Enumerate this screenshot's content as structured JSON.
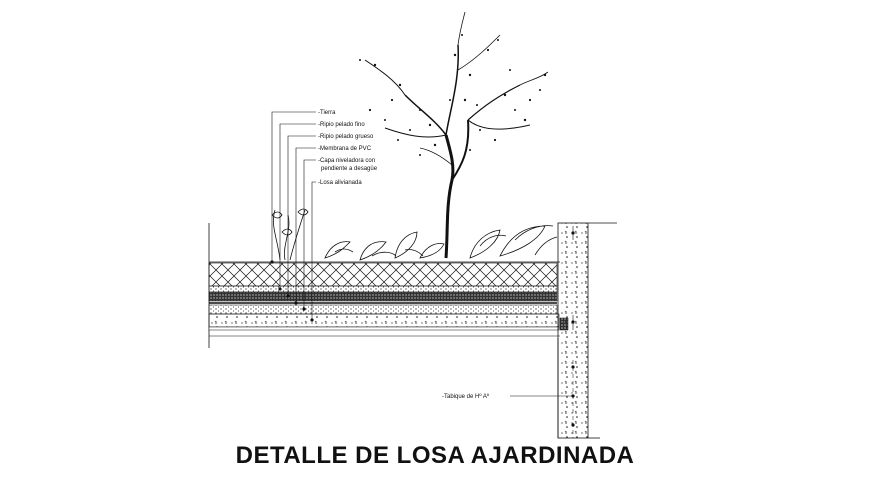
{
  "title": "DETALLE DE LOSA AJARDINADA",
  "layers": [
    {
      "label": "-Tierra"
    },
    {
      "label": "-Ripio pelado fino"
    },
    {
      "label": "-Ripio pelado grueso"
    },
    {
      "label": "-Membrana de PVC"
    },
    {
      "label": "-Capa niveladora con",
      "label2": "pendiente a desagüe"
    },
    {
      "label": "-Losa alivianada"
    }
  ],
  "wall_label": "-Tabique de Hº Aº",
  "colors": {
    "ink": "#111111",
    "background": "#ffffff"
  },
  "icons": [
    "tree-icon",
    "plant-icon"
  ]
}
